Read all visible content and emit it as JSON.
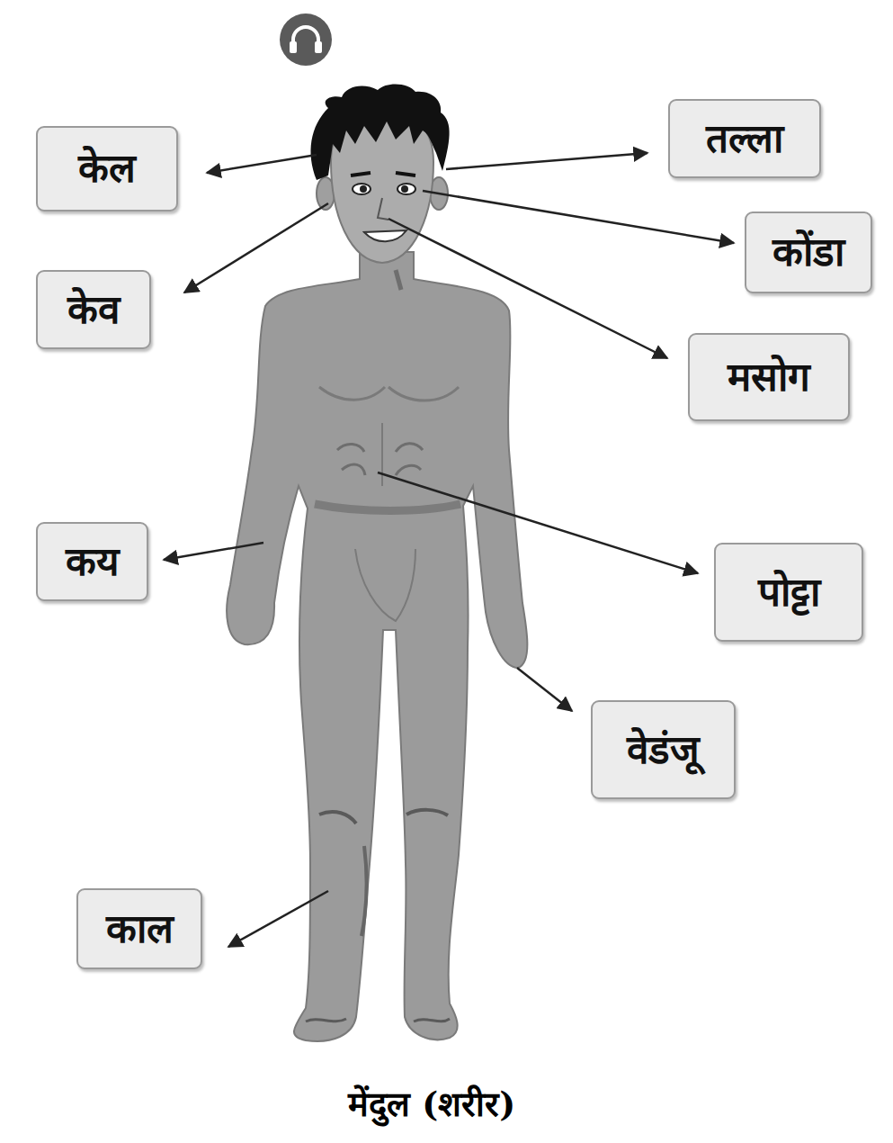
{
  "diagram": {
    "caption": "मेंदुल (शरीर)",
    "nodes": [
      {
        "text": [
          "केल"
        ]
      },
      {
        "text": [
          "तल्ला"
        ]
      },
      {
        "text": [
          "कोंडा"
        ]
      },
      {
        "text": [
          "केव"
        ]
      },
      {
        "text": [
          "मसोग"
        ]
      },
      {
        "text": [
          "कय"
        ]
      },
      {
        "text": [
          "पोट्टा"
        ]
      },
      {
        "text": [
          "वेडंजू"
        ]
      },
      {
        "text": [
          "काल"
        ]
      }
    ]
  }
}
